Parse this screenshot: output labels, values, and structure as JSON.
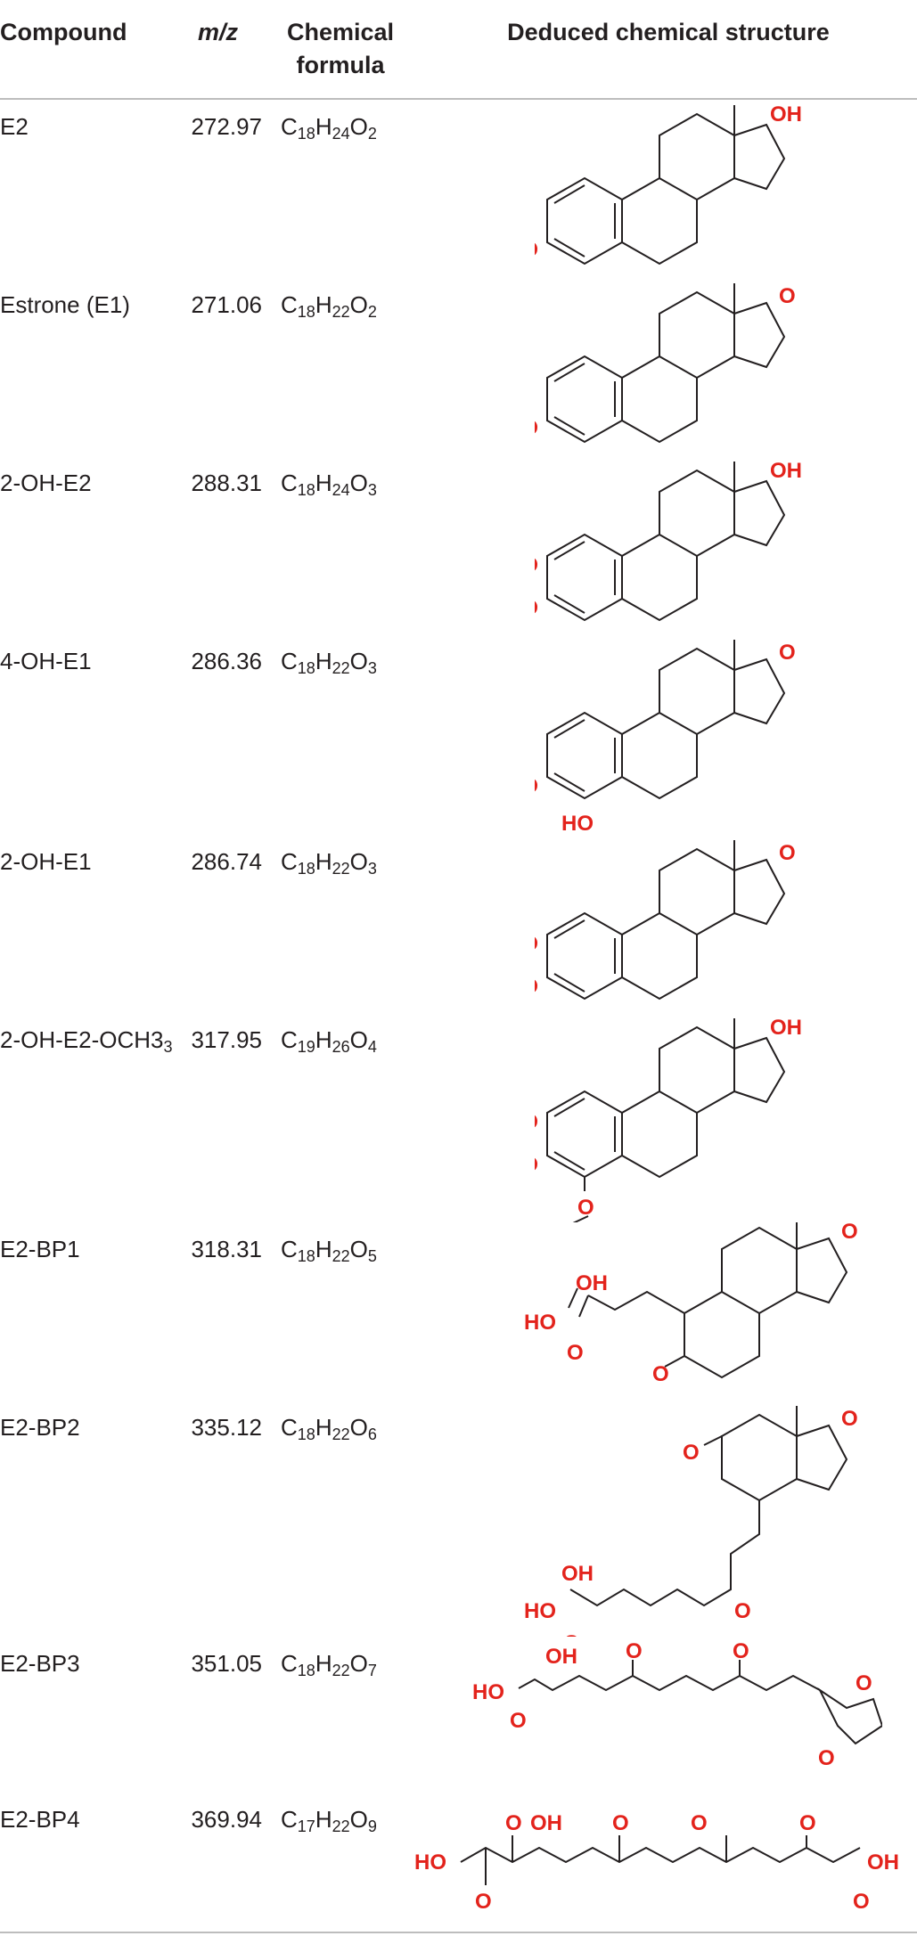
{
  "headers": {
    "compound": "Compound",
    "mz": "m/z",
    "formula_line1": "Chemical",
    "formula_line2": "formula",
    "structure": "Deduced chemical structure"
  },
  "rows": [
    {
      "compound": "E2",
      "mz": "272.97",
      "formula": [
        [
          "C",
          "18"
        ],
        [
          "H",
          "24"
        ],
        [
          "O",
          "2"
        ]
      ]
    },
    {
      "compound": "Estrone (E1)",
      "mz": "271.06",
      "formula": [
        [
          "C",
          "18"
        ],
        [
          "H",
          "22"
        ],
        [
          "O",
          "2"
        ]
      ]
    },
    {
      "compound": "2-OH-E2",
      "mz": "288.31",
      "formula": [
        [
          "C",
          "18"
        ],
        [
          "H",
          "24"
        ],
        [
          "O",
          "3"
        ]
      ]
    },
    {
      "compound": "4-OH-E1",
      "mz": "286.36",
      "formula": [
        [
          "C",
          "18"
        ],
        [
          "H",
          "22"
        ],
        [
          "O",
          "3"
        ]
      ]
    },
    {
      "compound": "2-OH-E1",
      "mz": "286.74",
      "formula": [
        [
          "C",
          "18"
        ],
        [
          "H",
          "22"
        ],
        [
          "O",
          "3"
        ]
      ]
    },
    {
      "compound": "2-OH-E2-OCH3",
      "compound_sub": "3",
      "mz": "317.95",
      "formula": [
        [
          "C",
          "19"
        ],
        [
          "H",
          "26"
        ],
        [
          "O",
          "4"
        ]
      ]
    },
    {
      "compound": "E2-BP1",
      "mz": "318.31",
      "formula": [
        [
          "C",
          "18"
        ],
        [
          "H",
          "22"
        ],
        [
          "O",
          "5"
        ]
      ]
    },
    {
      "compound": "E2-BP2",
      "mz": "335.12",
      "formula": [
        [
          "C",
          "18"
        ],
        [
          "H",
          "22"
        ],
        [
          "O",
          "6"
        ]
      ]
    },
    {
      "compound": "E2-BP3",
      "mz": "351.05",
      "formula": [
        [
          "C",
          "18"
        ],
        [
          "H",
          "22"
        ],
        [
          "O",
          "7"
        ]
      ]
    },
    {
      "compound": "E2-BP4",
      "mz": "369.94",
      "formula": [
        [
          "C",
          "17"
        ],
        [
          "H",
          "22"
        ],
        [
          "O",
          "9"
        ]
      ]
    }
  ],
  "atom_labels": {
    "hydroxyl": "OH",
    "hydroxyl_left": "HO",
    "oxygen": "O"
  },
  "colors": {
    "text": "#231f20",
    "heteroatom": "#e3231c",
    "rule": "#bdbdbd"
  }
}
